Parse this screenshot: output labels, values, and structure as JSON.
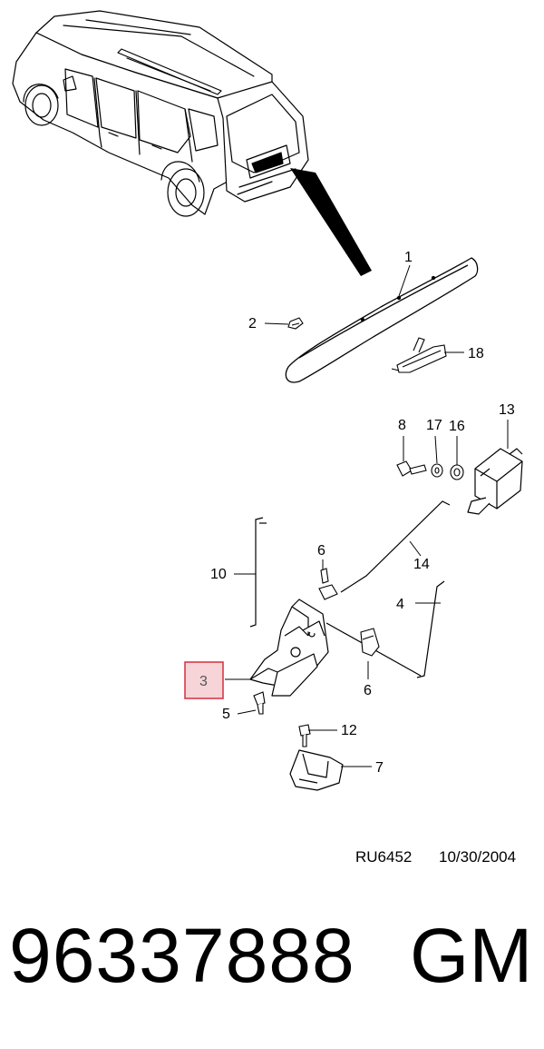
{
  "diagram": {
    "callouts": [
      {
        "id": "1",
        "label": "1"
      },
      {
        "id": "2",
        "label": "2"
      },
      {
        "id": "18",
        "label": "18"
      },
      {
        "id": "8",
        "label": "8"
      },
      {
        "id": "17",
        "label": "17"
      },
      {
        "id": "16",
        "label": "16"
      },
      {
        "id": "13",
        "label": "13"
      },
      {
        "id": "6a",
        "label": "6"
      },
      {
        "id": "10",
        "label": "10"
      },
      {
        "id": "14",
        "label": "14"
      },
      {
        "id": "4",
        "label": "4"
      },
      {
        "id": "3",
        "label": "3"
      },
      {
        "id": "6b",
        "label": "6"
      },
      {
        "id": "5",
        "label": "5"
      },
      {
        "id": "12",
        "label": "12"
      },
      {
        "id": "7",
        "label": "7"
      }
    ],
    "reference": "RU6452",
    "date": "10/30/2004"
  },
  "footer": {
    "part_number": "96337888",
    "brand": "GM"
  },
  "colors": {
    "line": "#000000",
    "highlight_fill": "#f7d4d8",
    "highlight_stroke": "#d32f3f"
  }
}
